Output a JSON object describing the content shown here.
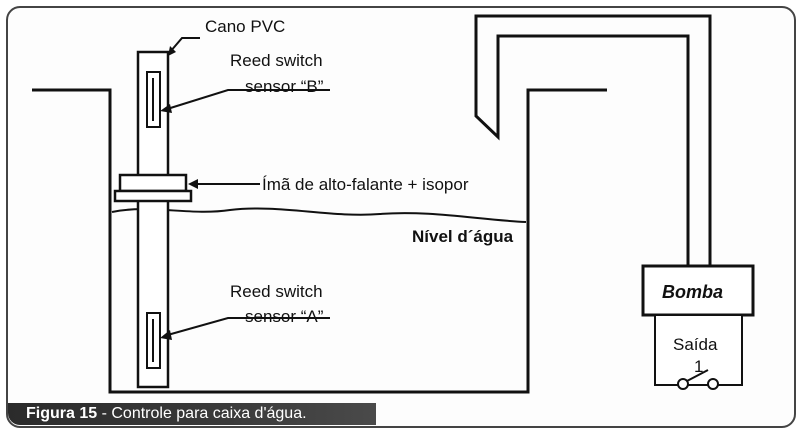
{
  "labels": {
    "pipe": "Cano PVC",
    "sensor_b_line1": "Reed switch",
    "sensor_b_line2": "sensor “B”",
    "magnet": "Ímã de alto-falante + isopor",
    "water_level": "Nível d´água",
    "sensor_a_line1": "Reed switch",
    "sensor_a_line2": "sensor “A”",
    "pump": "Bomba",
    "output": "Saída",
    "output_number": "1"
  },
  "caption": {
    "number": "Figura 15",
    "separator": " - ",
    "text": "Controle para caixa d'água."
  },
  "colors": {
    "line": "#111111",
    "caption_bg": "#2b2b2b",
    "caption_text": "#ffffff"
  }
}
